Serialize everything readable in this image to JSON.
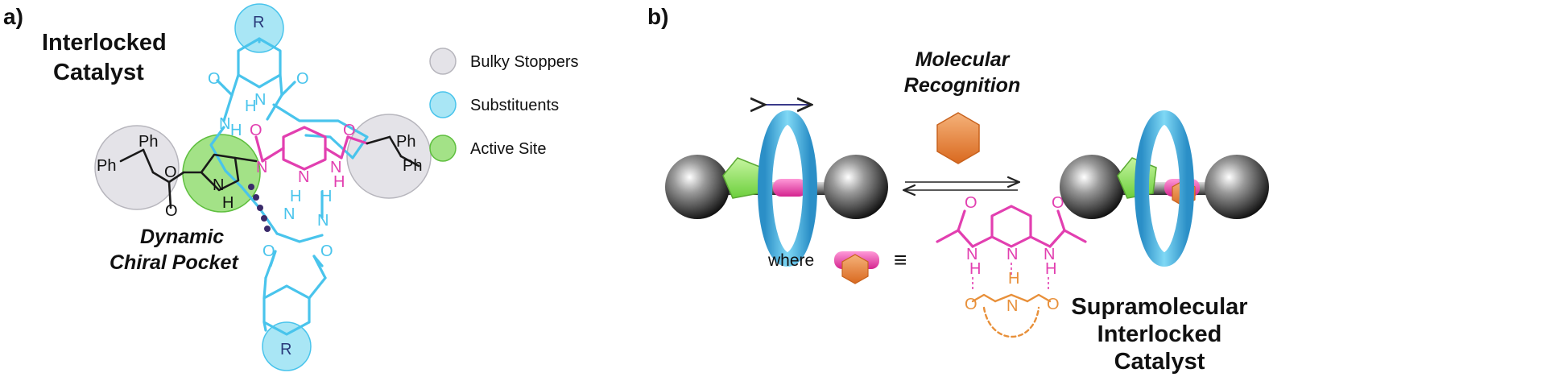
{
  "panels": {
    "a": {
      "letter": "a)"
    },
    "b": {
      "letter": "b)"
    }
  },
  "left": {
    "title_line1": "Interlocked",
    "title_line2": "Catalyst",
    "pocket_line1": "Dynamic",
    "pocket_line2": "Chiral Pocket",
    "atoms": {
      "R": "R",
      "N": "N",
      "H": "H",
      "O": "O",
      "Ph": "Ph"
    }
  },
  "legend": [
    {
      "label": "Bulky Stoppers",
      "color": "#e4e3e8",
      "stroke": "#b7b6bd"
    },
    {
      "label": "Substituents",
      "color": "#a9e6f5",
      "stroke": "#49c4ec"
    },
    {
      "label": "Active Site",
      "color": "#a3e287",
      "stroke": "#5fbf3f"
    }
  ],
  "right": {
    "recognition_line1": "Molecular",
    "recognition_line2": "Recognition",
    "where_label": "where",
    "equiv_symbol": "≡",
    "product_line1": "Supramolecular",
    "product_line2": "Interlocked",
    "product_line3": "Catalyst"
  },
  "colors": {
    "ring": "#49c4ec",
    "thread_unit": "#e23fb0",
    "guest": "#e8903a",
    "active_site": "#8fdc5a",
    "stopper": "#444444"
  }
}
